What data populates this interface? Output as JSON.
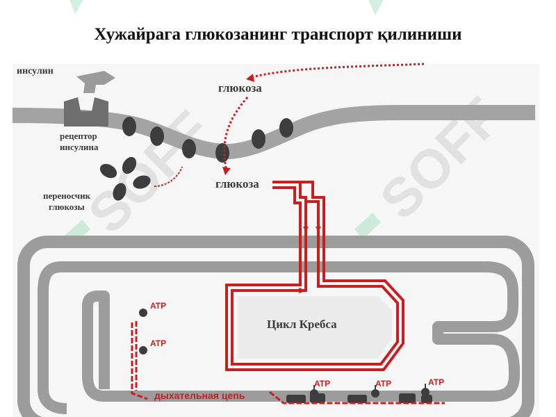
{
  "title": "Хужайрага глюкозанинг транспорт қилиниши",
  "labels": {
    "insulin": "инсулин",
    "glucose_outside": "глюкоза",
    "receptor_line1": "рецептор",
    "receptor_line2": "инсулина",
    "carrier_line1": "переносчик",
    "carrier_line2": "глюкозы",
    "glucose_inside": "глюкоза",
    "krebs_cycle": "Цикл Кребса",
    "respiratory_chain": "дыхательная цепь",
    "atp_1": "ATP",
    "atp_2": "ATP",
    "atp_3": "ATP",
    "atp_4": "ATP",
    "atp_5": "ATP"
  },
  "watermark": "SOFF",
  "colors": {
    "arrow_red": "#c81e1e",
    "membrane_gray": "#a3a3a3",
    "mito_outer": "#9c9c9c",
    "dark_protein": "#3d3d3d",
    "watermark_green": "#7fd4a6"
  }
}
